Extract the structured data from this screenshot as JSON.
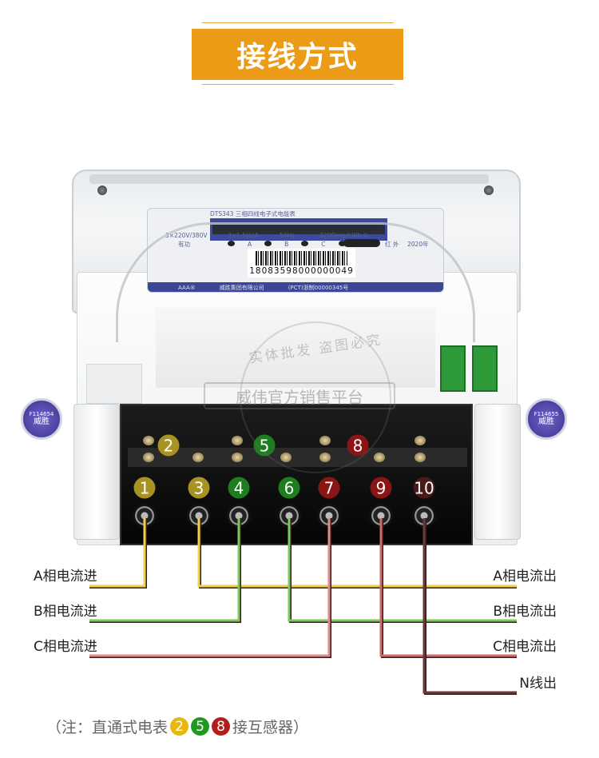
{
  "title": "接线方式",
  "meter": {
    "model_line": "DTS343  三相四线电子式电能表",
    "spec_voltage": "3×220V/380V",
    "spec_current": "3×1.5(6)A",
    "spec_freq": "50Hz",
    "spec_const": "3200imp/kWh ①",
    "active_label": "有功",
    "phase_labels": [
      "A",
      "B",
      "C"
    ],
    "ir_label": "红 外",
    "year": "2020年",
    "serial": "18083598000000049",
    "footer_grade": "AAA®",
    "footer_company": "威胜集团有限公司",
    "footer_cert": "(PCT)浙制00000345号"
  },
  "seals": [
    {
      "code": "F114654",
      "name": "威胜"
    },
    {
      "code": "F114655",
      "name": "威胜"
    }
  ],
  "watermark": {
    "top": "实体批发 盗图必究",
    "box": "威伟官方销售平台"
  },
  "colors": {
    "yellow": "#a89222",
    "green": "#1e7d1e",
    "red": "#8a1515",
    "brown": "#4a1a1a",
    "banner": "#ec9b16"
  },
  "upper_terminals": [
    {
      "num": "2",
      "color": "#a89222"
    },
    {
      "num": "5",
      "color": "#1e7d1e"
    },
    {
      "num": "8",
      "color": "#8a1515"
    }
  ],
  "lower_terminals": [
    {
      "num": "1",
      "color": "#a89222",
      "wire": "#f0d24a",
      "dir": "left",
      "level": 0
    },
    {
      "num": "3",
      "color": "#a89222",
      "wire": "#f0d24a",
      "dir": "right",
      "level": 0
    },
    {
      "num": "4",
      "color": "#1e7d1e",
      "wire": "#7cc860",
      "dir": "left",
      "level": 1
    },
    {
      "num": "6",
      "color": "#1e7d1e",
      "wire": "#7cc860",
      "dir": "right",
      "level": 1
    },
    {
      "num": "7",
      "color": "#8a1515",
      "wire": "#e08a8a",
      "dir": "left",
      "level": 2
    },
    {
      "num": "9",
      "color": "#8a1515",
      "wire": "#d06a6a",
      "dir": "right",
      "level": 2
    },
    {
      "num": "10",
      "color": "#4a1a1a",
      "wire": "#6a3a3a",
      "dir": "right",
      "level": 3
    }
  ],
  "labels_left": [
    "A相电流进",
    "B相电流进",
    "C相电流进"
  ],
  "labels_right": [
    "A相电流出",
    "B相电流出",
    "C相电流出",
    "N线出"
  ],
  "note": {
    "prefix": "（注：直通式电表",
    "nums": [
      {
        "num": "2",
        "color": "#e8b80f"
      },
      {
        "num": "5",
        "color": "#1f9a1f"
      },
      {
        "num": "8",
        "color": "#b01e1e"
      }
    ],
    "suffix": "接互感器）"
  }
}
